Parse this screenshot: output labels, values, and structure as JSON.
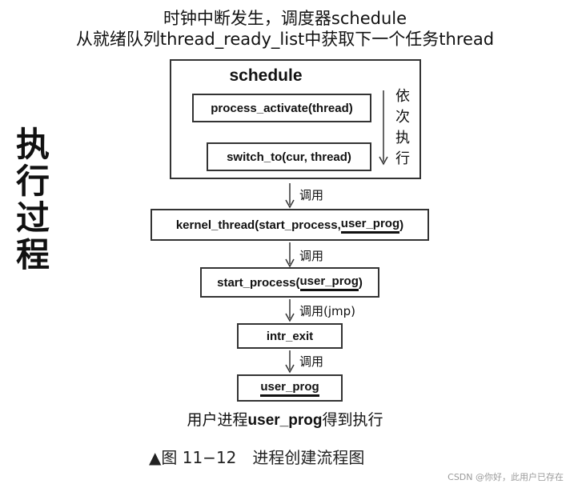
{
  "header": {
    "line1": "时钟中断发生，调度器schedule",
    "line2": "从就绪队列thread_ready_list中获取下一个任务thread"
  },
  "side_label": [
    "执",
    "行",
    "过",
    "程"
  ],
  "schedule_block": {
    "title": "schedule",
    "steps": [
      "process_activate(thread)",
      "switch_to(cur, thread)"
    ],
    "sequence_label": [
      "依",
      "次",
      "执",
      "行"
    ]
  },
  "flow": {
    "call_labels": [
      "调用",
      "调用",
      "调用(jmp)",
      "调用"
    ],
    "kernel_thread": {
      "prefix": "kernel_thread(start_process, ",
      "arg": "user_prog",
      "suffix": ")"
    },
    "start_process": {
      "prefix": "start_process(",
      "arg": "user_prog",
      "suffix": ")"
    },
    "intr_exit": "intr_exit",
    "user_prog": "user_prog"
  },
  "footer": {
    "prefix": "用户进程",
    "name": "user_prog",
    "suffix": "得到执行"
  },
  "caption": "▲图 11−12　进程创建流程图",
  "watermark": "CSDN @你好，此用户已存在"
}
